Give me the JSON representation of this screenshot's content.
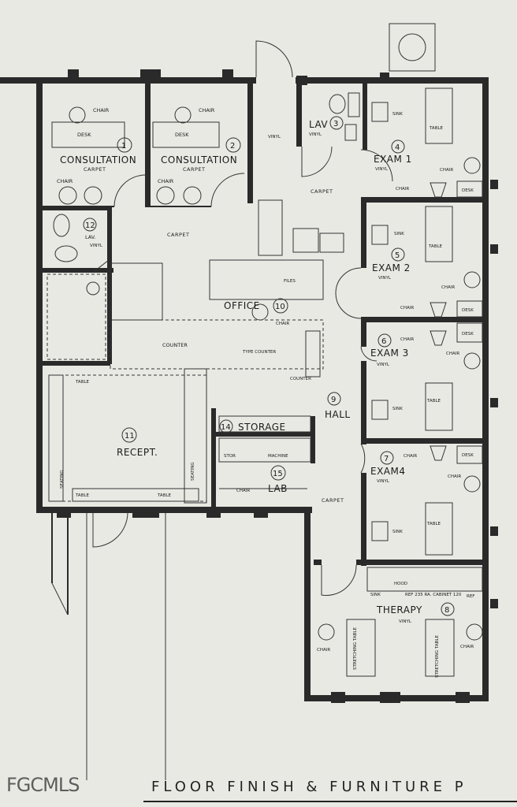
{
  "sheet": {
    "title": "FLOOR FINISH & FURNITURE P",
    "watermark": "FGCMLS"
  },
  "rooms": [
    {
      "id": "consult1",
      "name": "CONSULTATION",
      "number": "1",
      "finish": "CARPET"
    },
    {
      "id": "consult2",
      "name": "CONSULTATION",
      "number": "2",
      "finish": "CARPET"
    },
    {
      "id": "lav3",
      "name": "LAV",
      "number": "3",
      "finish": "VINYL"
    },
    {
      "id": "exam1",
      "name": "EXAM 1",
      "number": "4",
      "finish": "VINYL"
    },
    {
      "id": "exam2",
      "name": "EXAM 2",
      "number": "5",
      "finish": "VINYL"
    },
    {
      "id": "exam3",
      "name": "EXAM 3",
      "number": "6",
      "finish": "VINYL"
    },
    {
      "id": "exam4",
      "name": "EXAM4",
      "number": "7",
      "finish": "VINYL"
    },
    {
      "id": "therapy",
      "name": "THERAPY",
      "number": "8",
      "finish": "VINYL"
    },
    {
      "id": "hall",
      "name": "HALL",
      "number": "9",
      "finish": "CARPET"
    },
    {
      "id": "office",
      "name": "OFFICE",
      "number": "10",
      "finish": ""
    },
    {
      "id": "recept",
      "name": "RECEPT.",
      "number": "11",
      "finish": ""
    },
    {
      "id": "lav12",
      "name": "LAV.",
      "number": "12",
      "finish": "VINYL"
    },
    {
      "id": "storage",
      "name": "STORAGE",
      "number": "14",
      "finish": ""
    },
    {
      "id": "lab",
      "name": "LAB",
      "number": "15",
      "finish": ""
    }
  ],
  "labels": {
    "chair": "CHAIR",
    "desk": "DESK",
    "table": "TABLE",
    "sink": "SINK",
    "vinyl": "VINYL",
    "carpet": "CARPET",
    "files": "FILES",
    "counter": "COUNTER",
    "seating": "SEATING",
    "type_counter": "TYPE COUNTER",
    "stor": "STOR",
    "machine": "MACHINE",
    "stretching_table": "STRETCHING TABLE",
    "hood": "HOOD",
    "ref": "REF",
    "ref_note": "REF 235 RA. CABINET 120"
  }
}
